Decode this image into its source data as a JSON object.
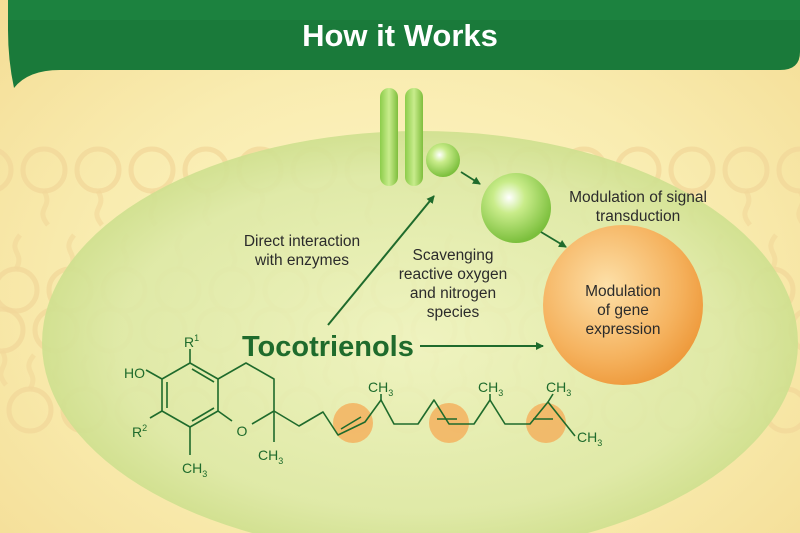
{
  "title": "How it Works",
  "labels": {
    "direct": [
      "Direct interaction",
      "with enzymes"
    ],
    "scavenging": [
      "Scavenging",
      "reactive oxygen",
      "and nitrogen",
      "species"
    ],
    "signal": [
      "Modulation of signal",
      "transduction"
    ],
    "gene": [
      "Modulation",
      "of gene",
      "expression"
    ],
    "main": "Tocotrienols"
  },
  "molecule": {
    "ho": "HO",
    "r1_base": "R",
    "r1_sup": "1",
    "r2_base": "R",
    "r2_sup": "2",
    "ring_o": "O",
    "ch": "CH",
    "sub3": "3"
  },
  "colors": {
    "banner": "#1a7a3a",
    "arrow": "#1f6b2c",
    "bubble_green": "#9fd65a",
    "bubble_orange": "#f2a24a",
    "highlight": "#f3b15f"
  }
}
